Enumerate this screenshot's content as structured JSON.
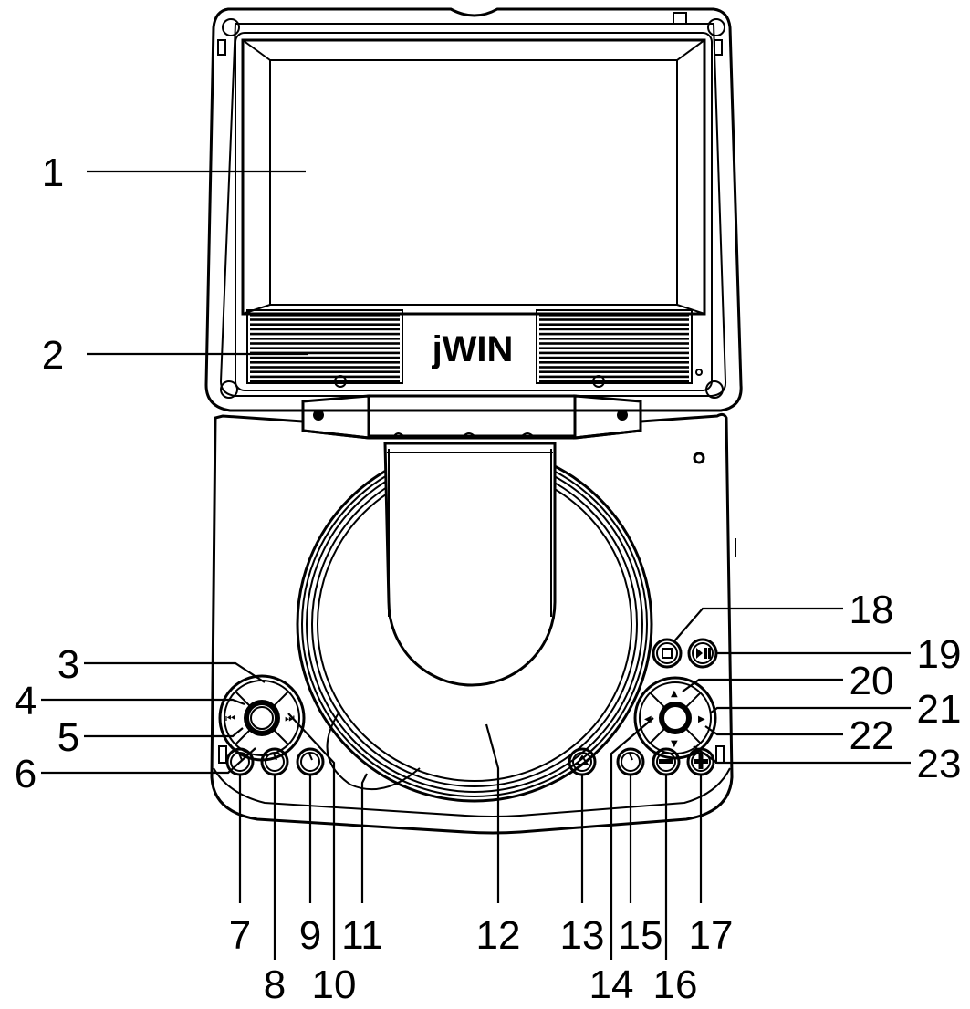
{
  "device": {
    "brand": "jWIN"
  },
  "callouts": [
    {
      "number": "1",
      "part": "screen"
    },
    {
      "number": "2",
      "part": "speaker"
    },
    {
      "number": "3",
      "part": "up-button"
    },
    {
      "number": "4",
      "part": "left-button"
    },
    {
      "number": "5",
      "part": "enter-button"
    },
    {
      "number": "6",
      "part": "down-button"
    },
    {
      "number": "7",
      "part": "button"
    },
    {
      "number": "8",
      "part": "button"
    },
    {
      "number": "9",
      "part": "button"
    },
    {
      "number": "10",
      "part": "right-button"
    },
    {
      "number": "11",
      "part": "disc-access"
    },
    {
      "number": "12",
      "part": "disc-tray"
    },
    {
      "number": "13",
      "part": "open-button"
    },
    {
      "number": "14",
      "part": "left-button"
    },
    {
      "number": "15",
      "part": "button"
    },
    {
      "number": "16",
      "part": "minus-button"
    },
    {
      "number": "17",
      "part": "plus-button"
    },
    {
      "number": "18",
      "part": "stop-button"
    },
    {
      "number": "19",
      "part": "play-pause-button"
    },
    {
      "number": "20",
      "part": "up-button"
    },
    {
      "number": "21",
      "part": "right-button"
    },
    {
      "number": "22",
      "part": "enter-button"
    },
    {
      "number": "23",
      "part": "down-button"
    }
  ]
}
